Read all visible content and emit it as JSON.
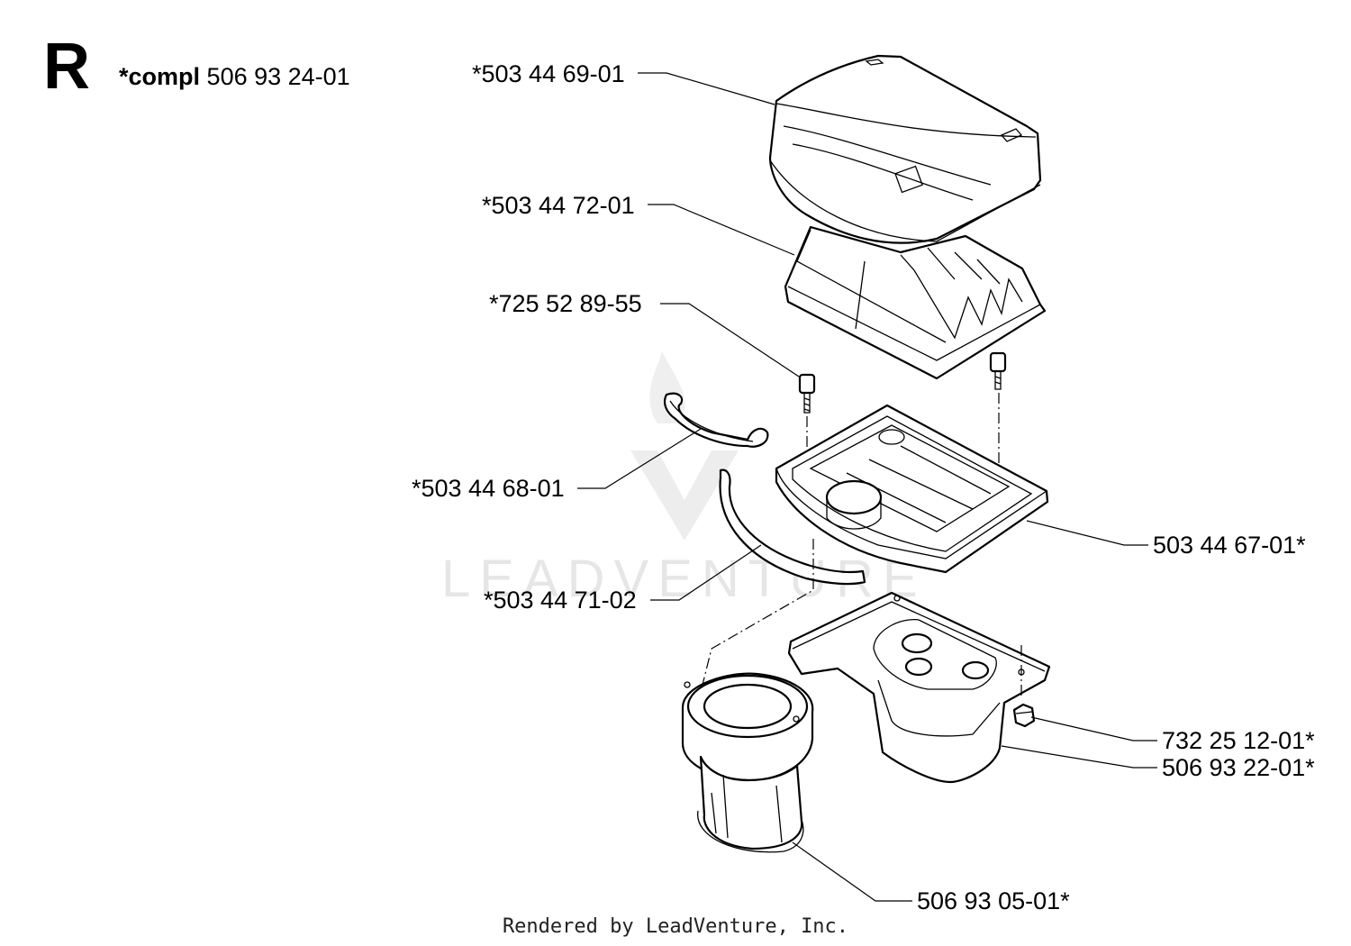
{
  "section": {
    "letter": "R",
    "compl_prefix": "*compl",
    "compl_number": "506 93 24-01"
  },
  "parts": [
    {
      "id": "air-filter-cover",
      "label": "*503 44 69-01"
    },
    {
      "id": "pre-filter",
      "label": "*503 44 72-01"
    },
    {
      "id": "screw",
      "label": "*725 52 89-55"
    },
    {
      "id": "spring-clip",
      "label": "*503 44 68-01"
    },
    {
      "id": "filter-holder",
      "label": "503 44 67-01*"
    },
    {
      "id": "rubber-strip",
      "label": "*503 44 71-02"
    },
    {
      "id": "nut",
      "label": "732 25 12-01*"
    },
    {
      "id": "filter-housing",
      "label": "506 93 22-01*"
    },
    {
      "id": "air-filter",
      "label": "506 93 05-01*"
    }
  ],
  "watermark": "LEADVENTURE",
  "footer": "Rendered by LeadVenture, Inc."
}
